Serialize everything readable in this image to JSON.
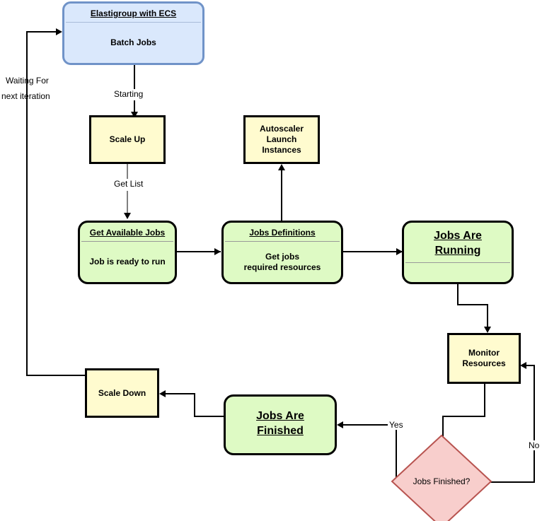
{
  "diagram": {
    "title": "Elastigroup with ECS batch jobs autoscaling flowchart",
    "colors": {
      "yellow_fill": "#FFFBCF",
      "green_fill": "#DEFAC4",
      "blue_fill": "#DAE8FC",
      "blue_border": "#7093C8",
      "pink_fill": "#F8CECC",
      "pink_border": "#B85450",
      "line": "#000000",
      "gray_line": "#808080"
    },
    "nodes": {
      "elastigroup": {
        "header": "Elastigroup with ECS",
        "body": "Batch Jobs"
      },
      "scale_up": {
        "body": "Scale Up"
      },
      "autoscaler": {
        "body": "Autoscaler\nLaunch\nInstances",
        "line1": "Autoscaler",
        "line2": "Launch",
        "line3": "Instances"
      },
      "get_available_jobs": {
        "header": "Get Available Jobs",
        "body": "Job is ready to run"
      },
      "jobs_definitions": {
        "header": "Jobs Definitions",
        "line1": "Get jobs",
        "line2": "required resources"
      },
      "jobs_running": {
        "line1": "Jobs Are",
        "line2": "Running"
      },
      "monitor_resources": {
        "line1": "Monitor",
        "line2": "Resources"
      },
      "jobs_finished_decision": {
        "body": "Jobs Finished?"
      },
      "jobs_are_finished": {
        "line1": "Jobs Are",
        "line2": "Finished"
      },
      "scale_down": {
        "body": "Scale Down"
      }
    },
    "edge_labels": {
      "starting": "Starting",
      "get_list": "Get List",
      "yes": "Yes",
      "no": "No",
      "waiting_line1": "Waiting For",
      "waiting_line2": "next iteration"
    }
  }
}
